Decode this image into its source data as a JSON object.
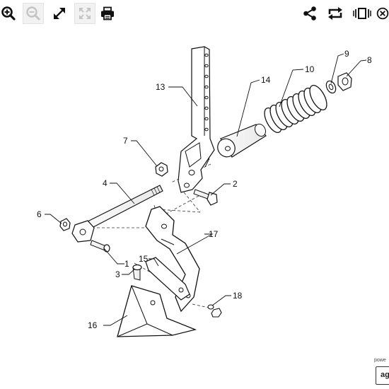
{
  "toolbar": {
    "left": [
      {
        "name": "zoom-in-button",
        "icon": "zoom-in-icon",
        "enabled": true
      },
      {
        "name": "zoom-out-button",
        "icon": "zoom-out-icon",
        "enabled": false
      },
      {
        "name": "fit-view-button",
        "icon": "expand-icon",
        "enabled": true
      },
      {
        "name": "fullscreen-button",
        "icon": "fullscreen-icon",
        "enabled": false
      },
      {
        "name": "print-button",
        "icon": "printer-icon",
        "enabled": true
      }
    ],
    "right": [
      {
        "name": "share-button",
        "icon": "share-icon"
      },
      {
        "name": "rotate-button",
        "icon": "rotate-icon"
      },
      {
        "name": "hotspot-toggle-button",
        "icon": "hotspot-icon"
      },
      {
        "name": "close-button",
        "icon": "close-icon"
      }
    ]
  },
  "diagram": {
    "callouts": [
      "1",
      "2",
      "3",
      "4",
      "6",
      "7",
      "8",
      "9",
      "10",
      "13",
      "14",
      "15",
      "16",
      "17",
      "18"
    ]
  },
  "footer": {
    "powered_by": "powe",
    "logo_text": "ag"
  }
}
